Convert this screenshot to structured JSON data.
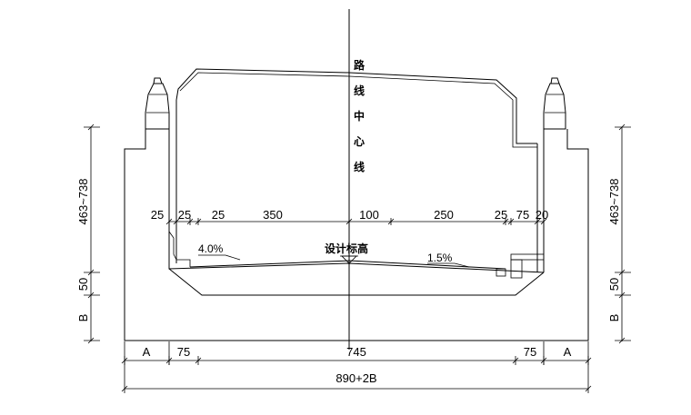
{
  "centerline_label": [
    "路",
    "线",
    "中",
    "心",
    "线"
  ],
  "design_elevation_label": "设计标高",
  "slopes": {
    "left": "4.0%",
    "right": "1.5%"
  },
  "top_dimensions": [
    "25",
    "25",
    "25",
    "350",
    "100",
    "250",
    "25",
    "75",
    "20"
  ],
  "bottom_dimensions": {
    "row1": [
      "A",
      "75",
      "745",
      "75",
      "A"
    ],
    "row2": "890+2B"
  },
  "side_dimensions": {
    "left": {
      "height": "463~738",
      "mid": "50",
      "low": "B"
    },
    "right": {
      "height": "463~738",
      "mid": "50",
      "low": "B"
    }
  }
}
